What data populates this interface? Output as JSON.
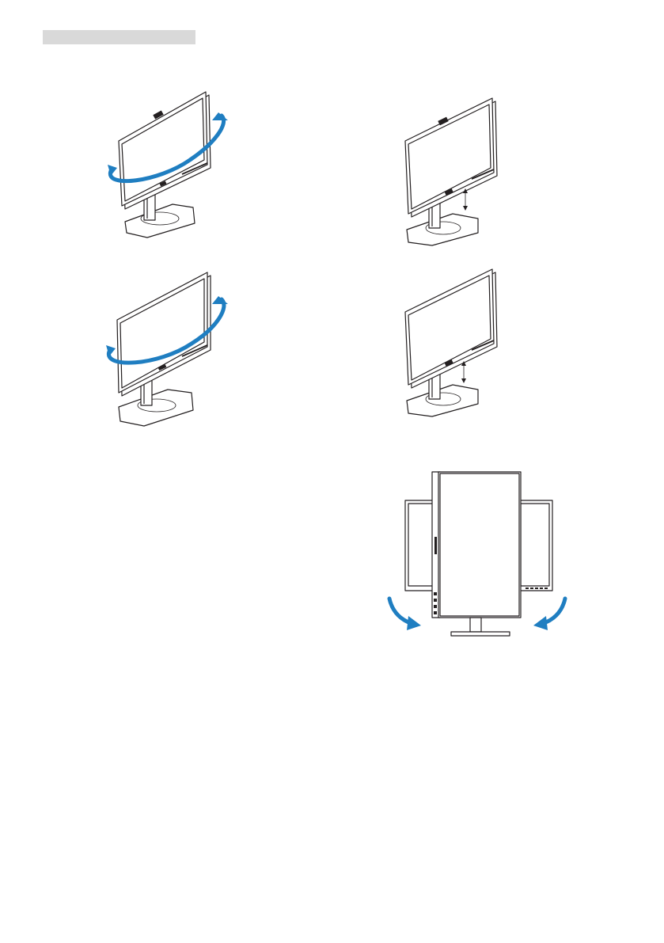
{
  "page": {
    "header_bar_color": "#d9d9d9",
    "accent_color": "#1f7ec1",
    "illustrations": [
      {
        "id": "swivel-webcam",
        "icon": "swivel-icon"
      },
      {
        "id": "height-webcam",
        "icon": "height-adjust-icon"
      },
      {
        "id": "swivel",
        "icon": "swivel-icon"
      },
      {
        "id": "height",
        "icon": "height-adjust-icon"
      },
      {
        "id": "pivot",
        "icon": "pivot-icon"
      }
    ]
  }
}
